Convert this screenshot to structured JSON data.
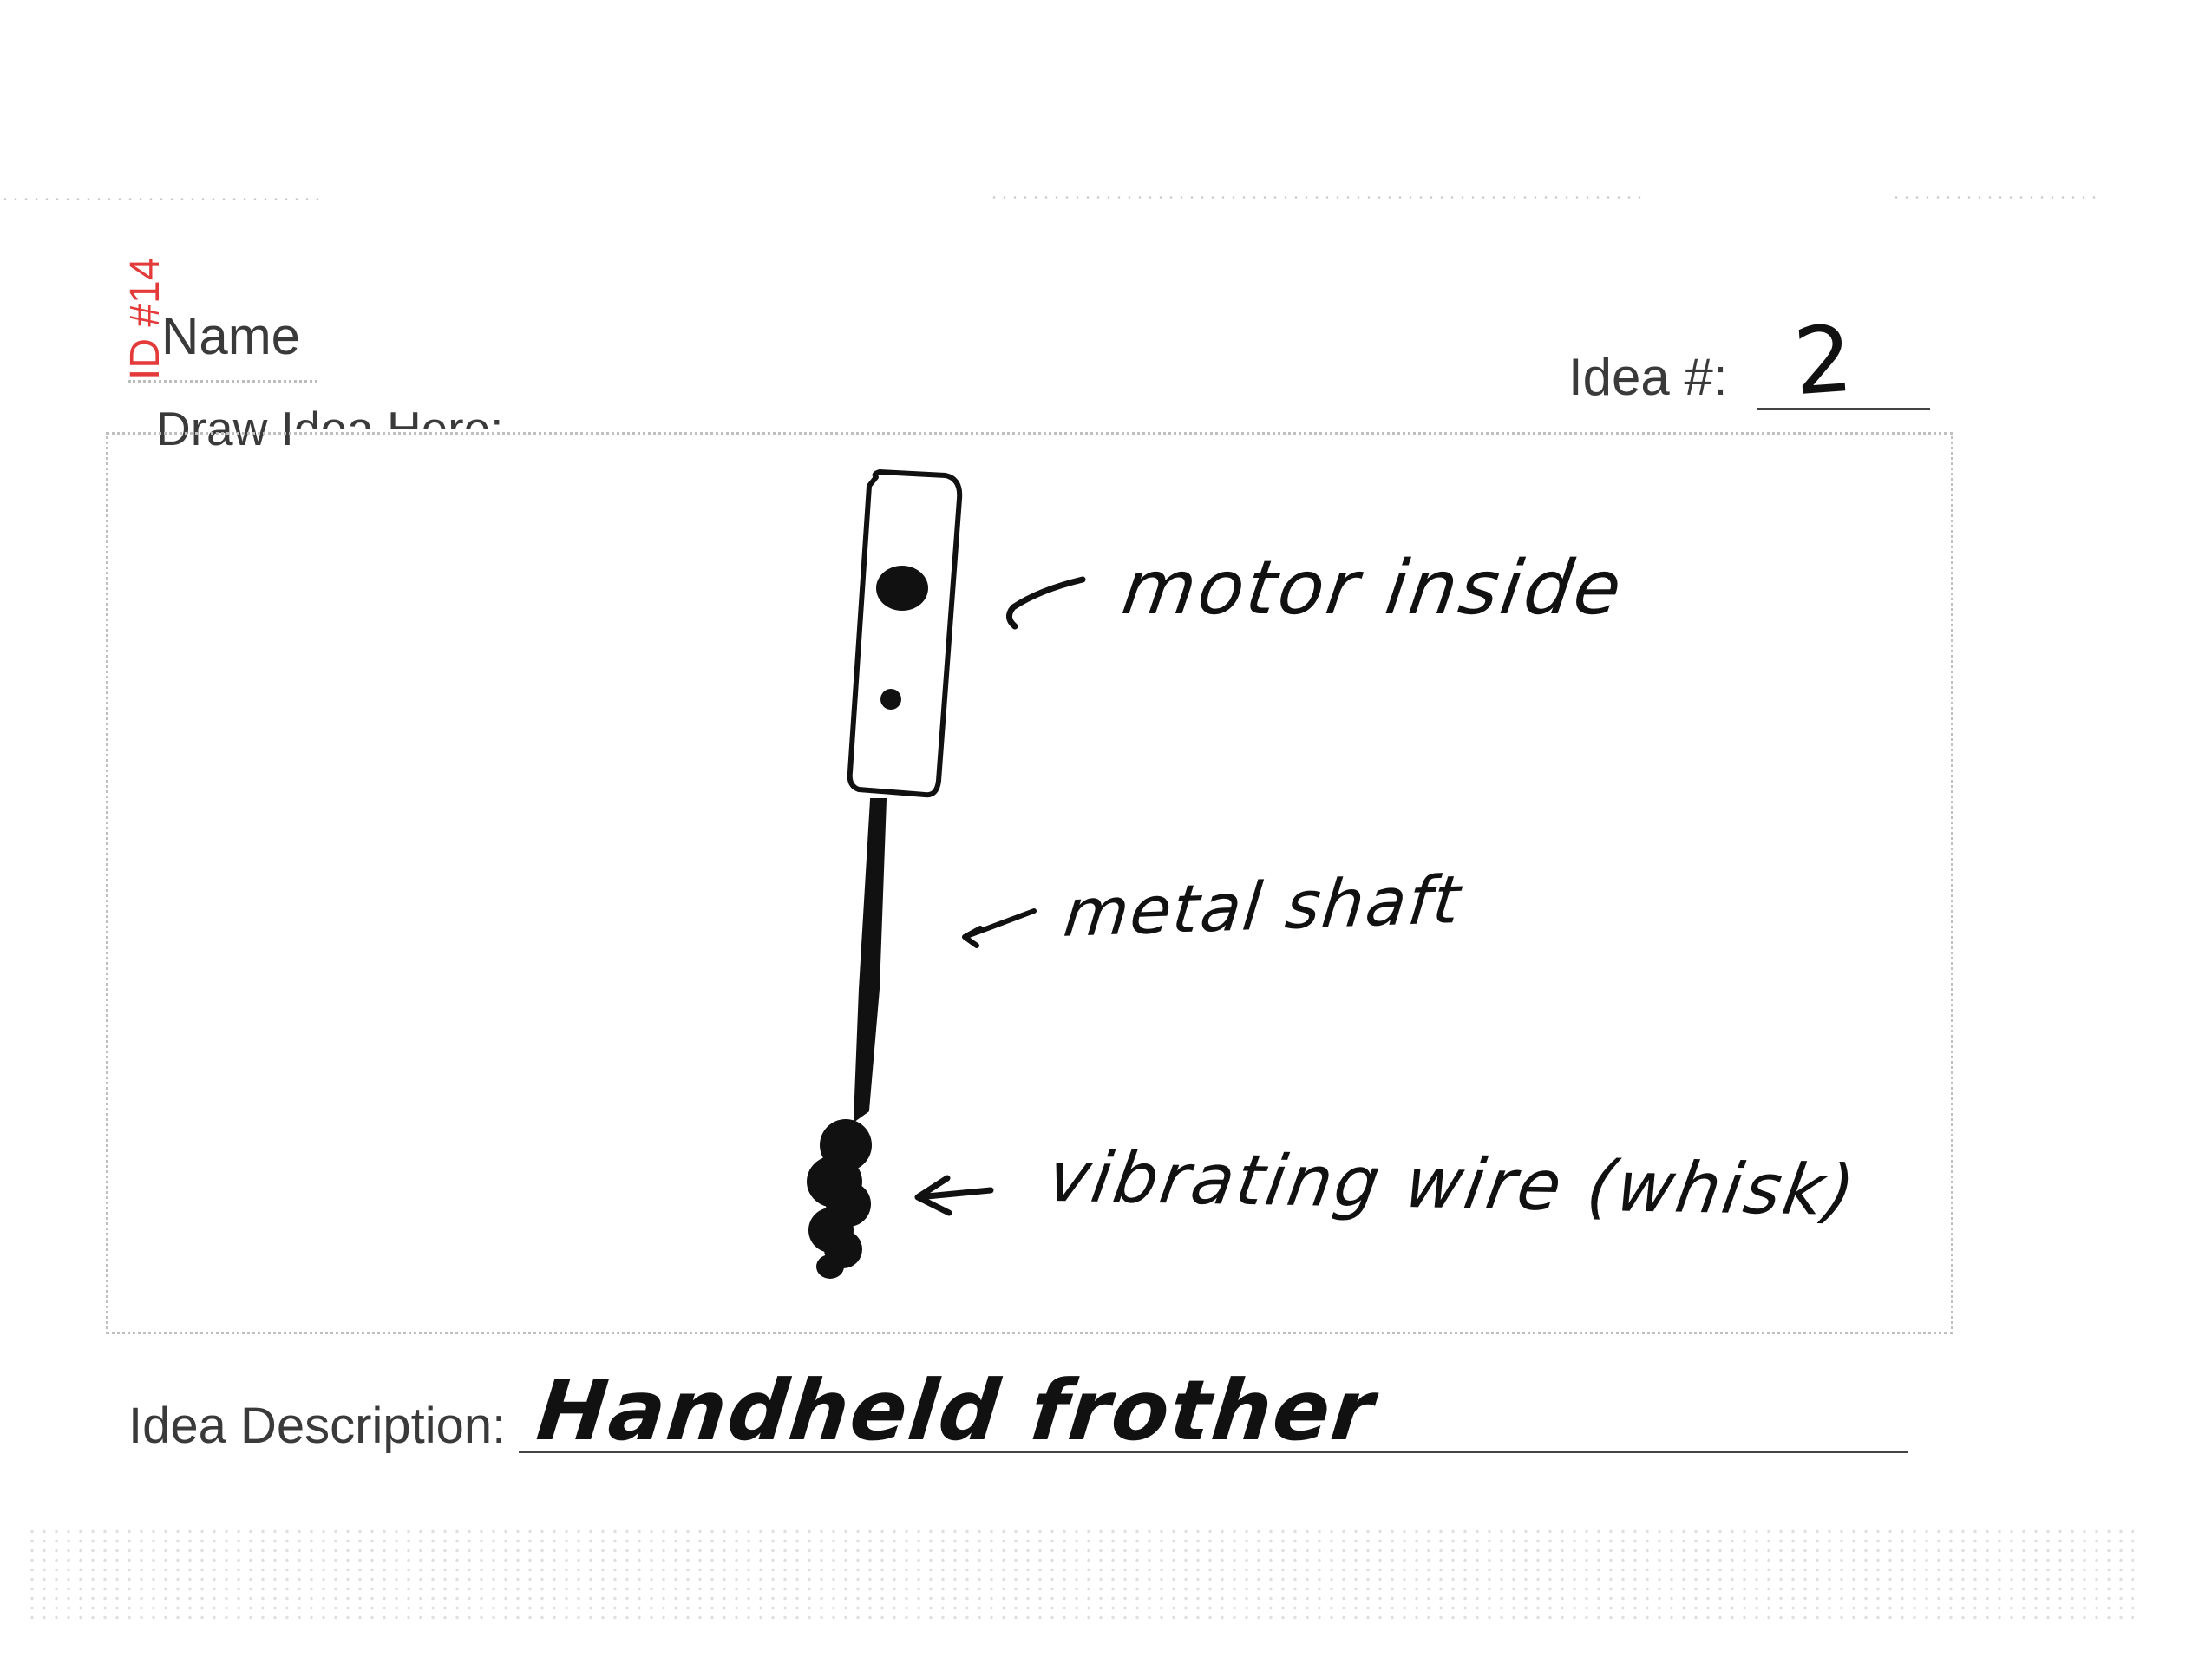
{
  "form": {
    "id_stamp": "ID #14",
    "name_label": "Name",
    "draw_label": "Draw Idea Here:",
    "idea_number_label": "Idea #:",
    "idea_number_value": "2",
    "description_label": "Idea Description:",
    "description_value": "Handheld frother"
  },
  "sketch": {
    "labels": {
      "motor": "motor inside",
      "shaft": "metal shaft",
      "wire": "vibrating wire (whisk)"
    }
  },
  "colors": {
    "stamp": "#e43a3a",
    "ink": "#111111",
    "print": "#3a3a3a"
  }
}
